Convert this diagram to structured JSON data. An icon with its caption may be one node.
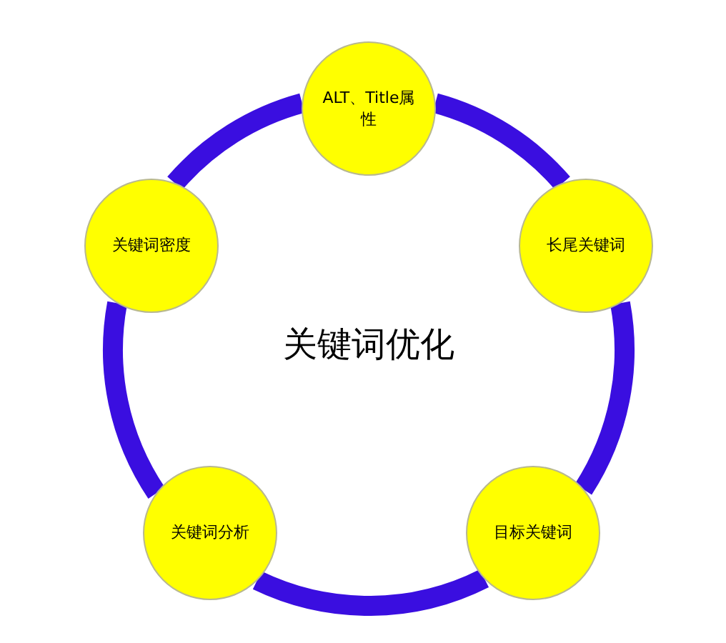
{
  "diagram": {
    "nodes": [
      {
        "text": [
          "ALT、Title属性"
        ]
      },
      {
        "text": [
          "关键词密度"
        ]
      },
      {
        "text": [
          "长尾关键词"
        ]
      },
      {
        "text": [
          "关键词分析"
        ]
      },
      {
        "text": [
          "目标关键词"
        ]
      }
    ],
    "edges": [
      {
        "from": 0,
        "to": 2,
        "arrow": "none"
      },
      {
        "from": 2,
        "to": 4,
        "arrow": "none"
      },
      {
        "from": 4,
        "to": 3,
        "arrow": "none"
      },
      {
        "from": 3,
        "to": 1,
        "arrow": "none"
      },
      {
        "from": 1,
        "to": 0,
        "arrow": "none"
      }
    ],
    "labels": [
      "关键词优化"
    ]
  }
}
